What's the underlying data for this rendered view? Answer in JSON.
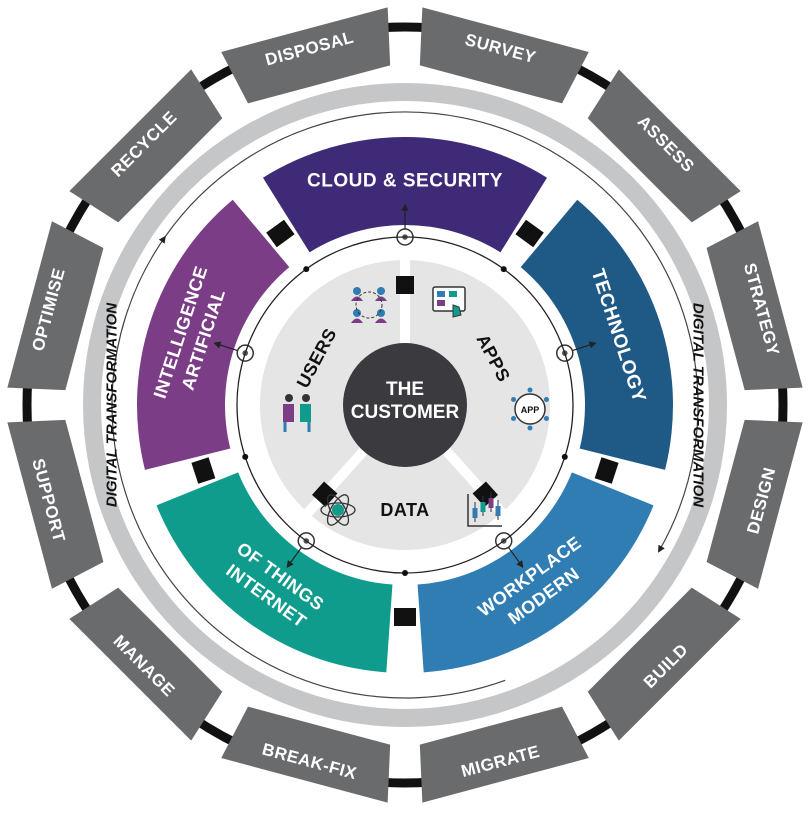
{
  "center": {
    "line1": "THE",
    "line2": "CUSTOMER",
    "color": "#3a3a3f"
  },
  "inner_quadrants": [
    {
      "id": "users",
      "label": "USERS",
      "icon": "users-network-icon"
    },
    {
      "id": "apps",
      "label": "APPS",
      "icon": "app-touch-screen-icon"
    },
    {
      "id": "data",
      "label": "DATA",
      "icon": "atom-icon"
    }
  ],
  "inner_icons": {
    "app_badge": "APP",
    "team_icon": "people-presentation-icon",
    "chart_icon": "candlestick-chart-icon"
  },
  "services": [
    {
      "id": "cloud",
      "lines": [
        "CLOUD & SECURITY"
      ],
      "color": "#3f2a78"
    },
    {
      "id": "technology",
      "lines": [
        "TECHNOLOGY"
      ],
      "color": "#1f5a87"
    },
    {
      "id": "workplace",
      "lines": [
        "MODERN",
        "WORKPLACE"
      ],
      "color": "#2f7db3"
    },
    {
      "id": "iot",
      "lines": [
        "INTERNET",
        "OF THINGS"
      ],
      "color": "#0f9c8c"
    },
    {
      "id": "ai",
      "lines": [
        "ARTIFICIAL",
        "INTELLIGENCE"
      ],
      "color": "#7a3d86"
    }
  ],
  "transformation": {
    "label_left": "DIGITAL TRANSFORMATION",
    "label_right": "DIGITAL TRANSFORMATION"
  },
  "lifecycle": [
    "SURVEY",
    "ASSESS",
    "STRATEGY",
    "DESIGN",
    "BUILD",
    "MIGRATE",
    "BREAK-FIX",
    "MANAGE",
    "SUPPORT",
    "OPTIMISE",
    "RECYCLE",
    "DISPOSAL"
  ],
  "colors": {
    "lifecycle": "#6a6b6d",
    "gray_ring": "#c5c6c8",
    "inner_disc": "#e5e5e6",
    "connector": "#000000"
  }
}
